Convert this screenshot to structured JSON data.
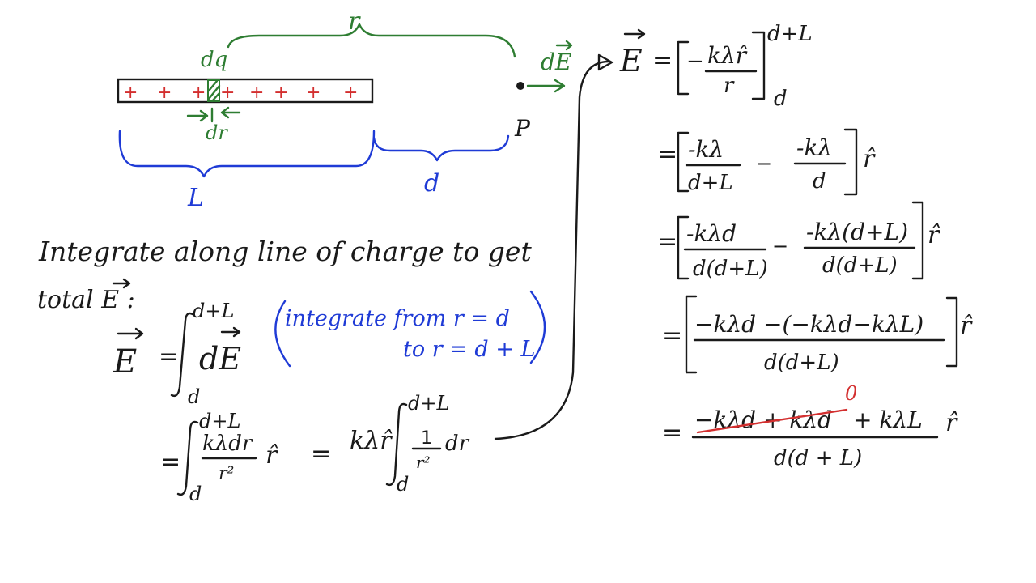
{
  "diagram": {
    "label_r": "r",
    "label_dq": "dq",
    "label_dE": "dE",
    "label_dr": "dr",
    "label_P": "P",
    "label_L": "L",
    "label_d": "d",
    "plus": "+"
  },
  "left": {
    "sentence_1": "Integrate along line of charge to get",
    "sentence_2": "total E :",
    "eq1_lhs": "E",
    "eq1_eq": "=",
    "eq1_upper": "d+L",
    "eq1_lower": "d",
    "eq1_integrand": "dE",
    "note_line1": "integrate from  r = d",
    "note_line2": "to  r = d + L",
    "eq2_eq": "=",
    "eq2_upper": "d+L",
    "eq2_lower": "d",
    "eq2_num": "kλdr",
    "eq2_den": "r²",
    "eq2_rhat": "r̂",
    "eq2_eq2": "=",
    "eq2_coef": "kλr̂",
    "eq2_upper2": "d+L",
    "eq2_lower2": "d",
    "eq2_num2": "1",
    "eq2_den2": "r²",
    "eq2_dr": "dr"
  },
  "right": {
    "r1_lhs": "E",
    "r1_eq": "=",
    "r1_minus": "−",
    "r1_num": "kλr̂",
    "r1_den": "r",
    "r1_upper": "d+L",
    "r1_lower": "d",
    "r2_eq": "=",
    "r2_num1": "-kλ",
    "r2_den1": "d+L",
    "r2_minus": "−",
    "r2_num2": "-kλ",
    "r2_den2": "d",
    "r2_rhat": "r̂",
    "r3_eq": "=",
    "r3_num1": "-kλd",
    "r3_den1": "d(d+L)",
    "r3_minus": "−",
    "r3_num2": "-kλ(d+L)",
    "r3_den2": "d(d+L)",
    "r3_rhat": "r̂",
    "r4_eq": "=",
    "r4_num": "−kλd  −(−kλd−kλL)",
    "r4_den": "d(d+L)",
    "r4_rhat": "r̂",
    "r5_eq": "=",
    "r5_struck": "−kλd + kλd",
    "r5_zero": "0",
    "r5_rest": "+ kλL",
    "r5_den": "d(d + L)",
    "r5_rhat": "r̂"
  }
}
